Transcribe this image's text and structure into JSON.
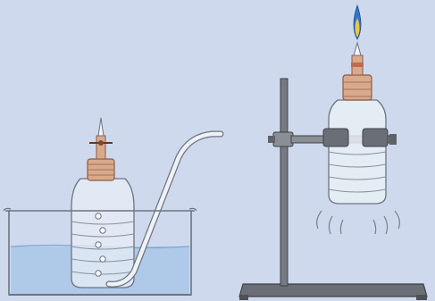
{
  "scene": {
    "background": "#cfd9ee",
    "water_color": "#a9c6e8",
    "glass_outline": "#6d7480",
    "bottle_color": "#e8eef5",
    "stopper_color": "#d9a98b",
    "stand_color": "#6a6e76",
    "clamp_color": "#8a8e95",
    "flame_blue": "#2f76c9",
    "flame_yellow": "#f0c640",
    "bubble_count": 5,
    "icons": [
      "beaker",
      "plastic-bottle",
      "delivery-tube",
      "gas-bubble",
      "retort-stand",
      "clamp",
      "flame",
      "nozzle",
      "heat-lines"
    ]
  }
}
